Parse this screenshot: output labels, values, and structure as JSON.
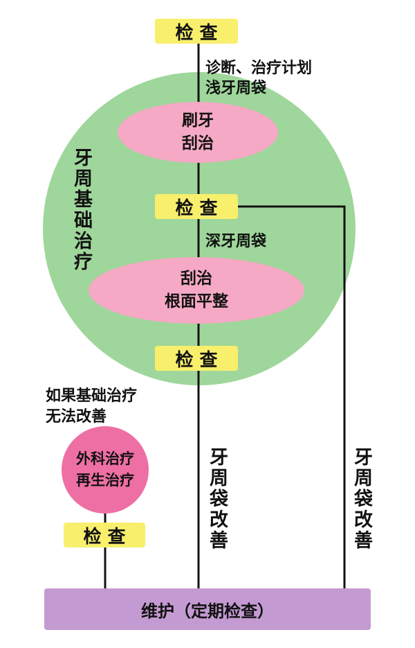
{
  "diagram_title": "periodontal-treatment-flowchart",
  "colors": {
    "check_box_yellow": "#f8ef6d",
    "basic_treatment_green": "#9fd69b",
    "ellipse_pink": "#f5a9c4",
    "surgery_pink": "#ee6fa4",
    "maintenance_purple": "#c49ad2",
    "connector_line": "#111111"
  },
  "nodes": {
    "check_top": {
      "label": "检 查"
    },
    "check_mid": {
      "label": "检 查"
    },
    "check_lower": {
      "label": "检 查"
    },
    "check_surgery": {
      "label": "检 查"
    },
    "brush_ellipse": {
      "line1": "刷牙",
      "line2": "刮治"
    },
    "scaling_ellipse": {
      "line1": "刮治",
      "line2": "根面平整"
    },
    "surgery_circle": {
      "line1": "外科治疗",
      "line2": "再生治疗"
    },
    "maintenance_bar": {
      "label": "维护（定期检查）"
    }
  },
  "annotations": {
    "diagnosis_plan": "诊断、治疗计划",
    "shallow_pocket": "浅牙周袋",
    "deep_pocket": "深牙周袋",
    "basic_therapy_vertical": "牙周基础治疗",
    "if_fail_line1": "如果基础治疗",
    "if_fail_line2": "无法改善",
    "pocket_improve_mid": "牙周袋改善",
    "pocket_improve_right": "牙周袋改善"
  }
}
